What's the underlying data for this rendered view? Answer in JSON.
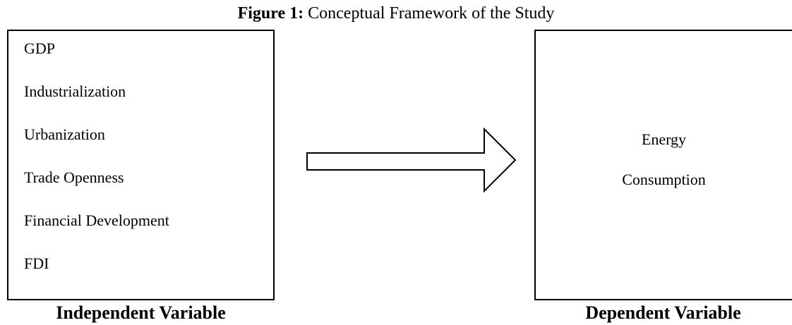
{
  "figure": {
    "title_prefix": "Figure 1:",
    "title_text": " Conceptual Framework of the Study"
  },
  "independent": {
    "items": [
      "GDP",
      "Industrialization",
      "Urbanization",
      "Trade Openness",
      "Financial Development",
      "FDI"
    ],
    "caption": "Independent Variable"
  },
  "dependent": {
    "lines": [
      "Energy",
      "Consumption"
    ],
    "caption": "Dependent Variable"
  },
  "colors": {
    "stroke": "#000000",
    "background": "#ffffff"
  }
}
